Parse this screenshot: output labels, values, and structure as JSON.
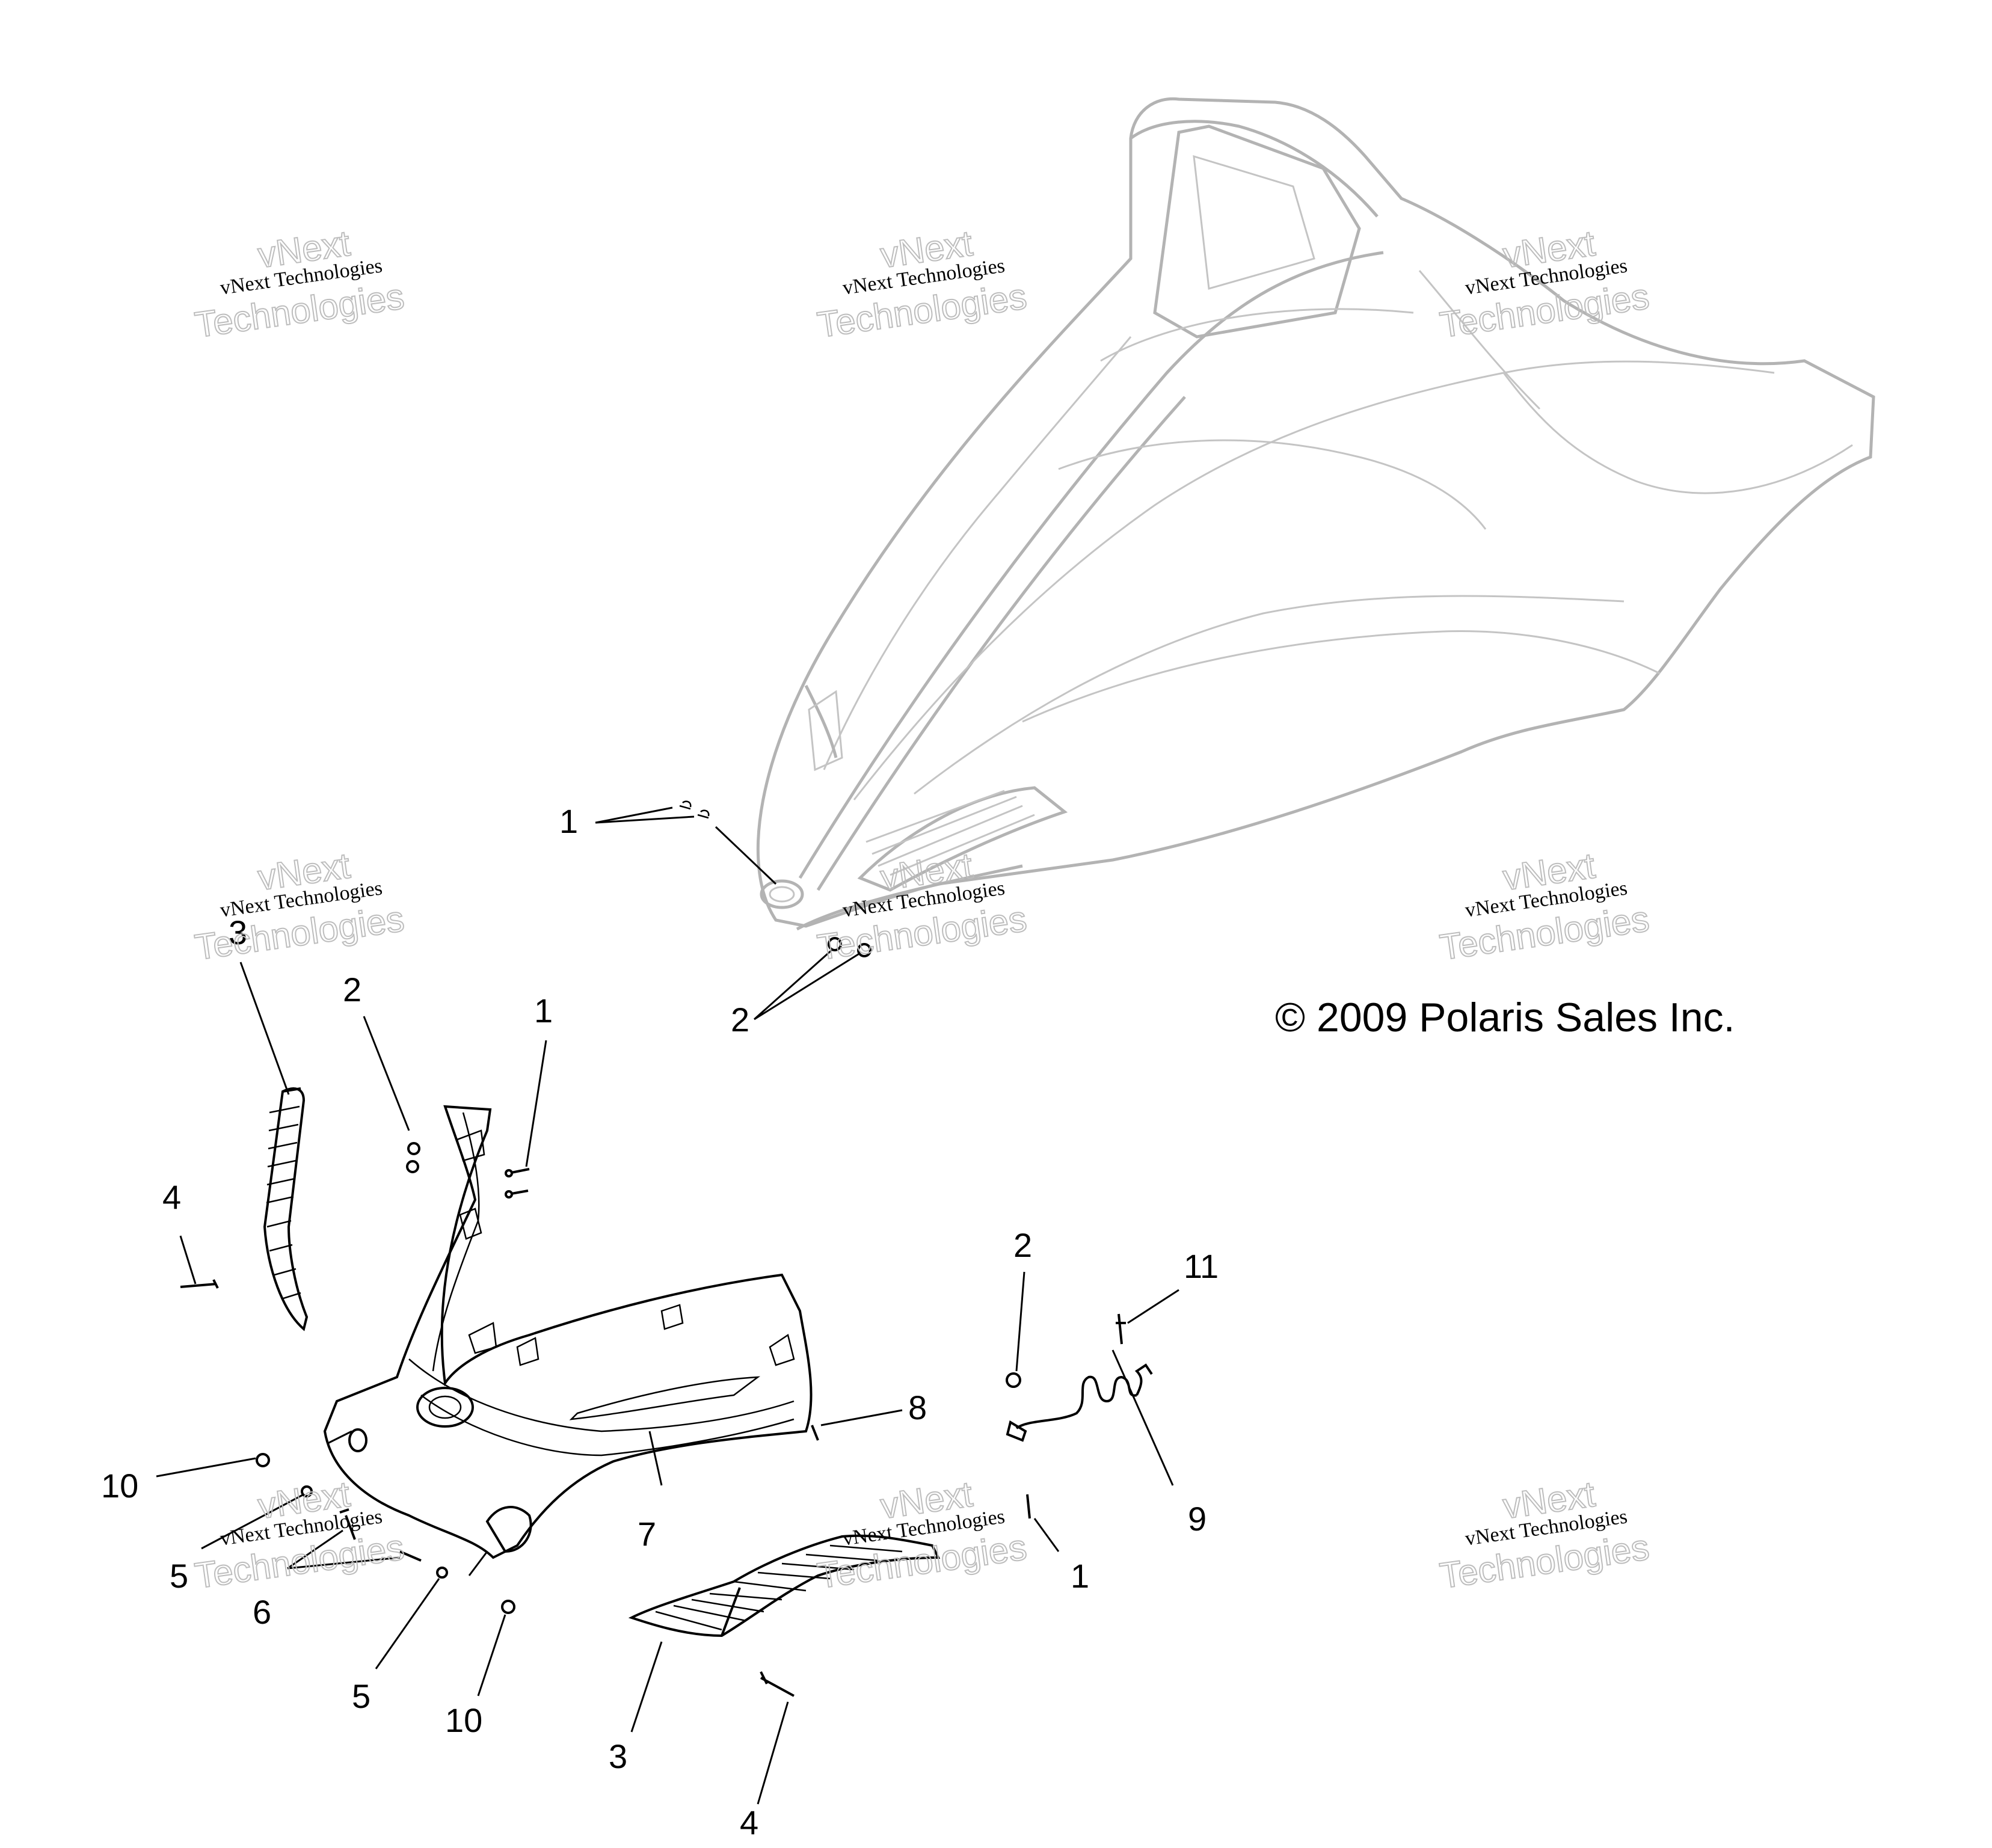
{
  "copyright": "© 2009 Polaris Sales Inc.",
  "watermark": {
    "line1": "vNext Technologies",
    "line2": "vNext",
    "line3": "Technologies"
  },
  "callouts": {
    "c1_top": "1",
    "c2_top": "2",
    "c3_left": "3",
    "c2_left": "2",
    "c1_left": "1",
    "c4_left": "4",
    "c2_right": "2",
    "c11": "11",
    "c8": "8",
    "c10_left": "10",
    "c9": "9",
    "c5_left": "5",
    "c7": "7",
    "c1_right": "1",
    "c6": "6",
    "c5_bottom": "5",
    "c10_bottom": "10",
    "c3_bottom": "3",
    "c4_bottom": "4"
  }
}
